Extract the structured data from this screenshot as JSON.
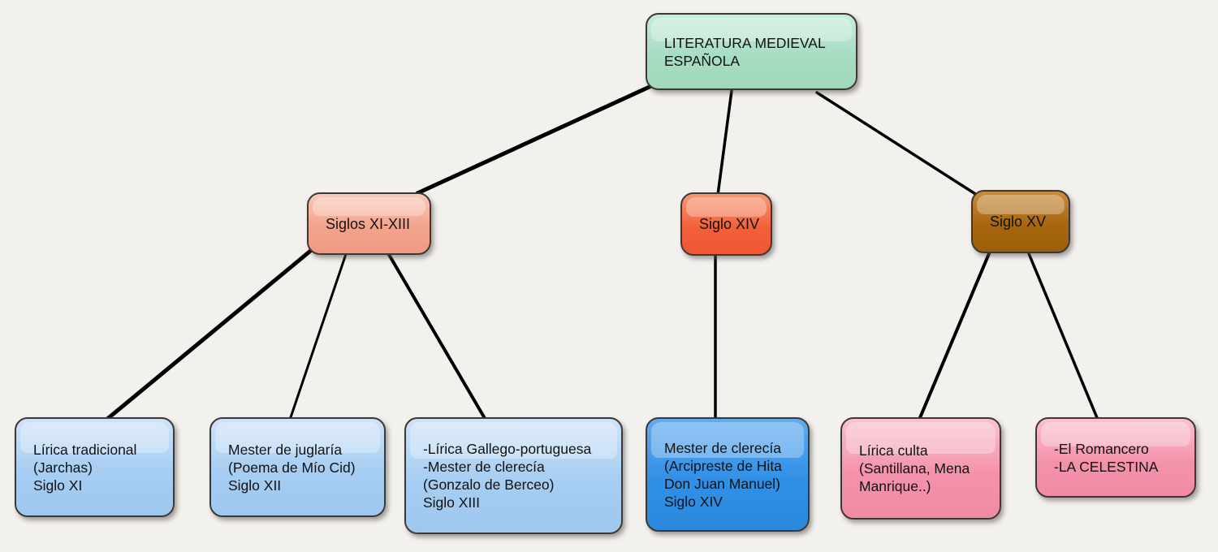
{
  "diagram_title": "LITERATURA MEDIEVAL ESPAÑOLA",
  "colors": {
    "background": "#f2f1ee",
    "connector_line": "#000000",
    "node_border": "#3e3733",
    "root_fill": "#a7ddc3",
    "siglos_xi_xiii_fill": "#f3a38c",
    "siglo_xiv_fill": "#f2613b",
    "siglo_xv_fill": "#a8670f",
    "light_blue_fill": "#a6cdf2",
    "dark_blue_fill": "#3190e6",
    "pink_fill": "#f492ab"
  },
  "nodes": {
    "root": {
      "lines": [
        "LITERATURA MEDIEVAL",
        "ESPAÑOLA"
      ]
    },
    "siglos_xi_xiii": {
      "lines": [
        "Siglos XI-XIII"
      ]
    },
    "siglo_xiv": {
      "lines": [
        "Siglo XIV"
      ]
    },
    "siglo_xv": {
      "lines": [
        "Siglo XV"
      ]
    },
    "lirica_tradicional": {
      "lines": [
        "Lírica tradicional",
        "(Jarchas)",
        "Siglo XI"
      ]
    },
    "mester_de_juglaria": {
      "lines": [
        "Mester de juglaría",
        "(Poema de Mío Cid)",
        "Siglo XII"
      ]
    },
    "lirica_gallego_portuguesa": {
      "lines": [
        "-Lírica Gallego-portuguesa",
        "-Mester de clerecía",
        "(Gonzalo de Berceo)",
        "Siglo XIII"
      ]
    },
    "mester_de_clerecia": {
      "lines": [
        "Mester de clerecía",
        "(Arcipreste de Hita",
        "Don Juan Manuel)",
        "Siglo XIV"
      ]
    },
    "lirica_culta": {
      "lines": [
        "Lírica culta",
        "(Santillana, Mena",
        "Manrique..)"
      ]
    },
    "romancero_celestina": {
      "lines": [
        "-El Romancero",
        "-LA CELESTINA"
      ]
    }
  },
  "edges": [
    {
      "from": "root",
      "to": "siglos_xi_xiii"
    },
    {
      "from": "root",
      "to": "siglo_xiv"
    },
    {
      "from": "root",
      "to": "siglo_xv"
    },
    {
      "from": "siglos_xi_xiii",
      "to": "lirica_tradicional"
    },
    {
      "from": "siglos_xi_xiii",
      "to": "mester_de_juglaria"
    },
    {
      "from": "siglos_xi_xiii",
      "to": "lirica_gallego_portuguesa"
    },
    {
      "from": "siglo_xiv",
      "to": "mester_de_clerecia"
    },
    {
      "from": "siglo_xv",
      "to": "lirica_culta"
    },
    {
      "from": "siglo_xv",
      "to": "romancero_celestina"
    }
  ]
}
